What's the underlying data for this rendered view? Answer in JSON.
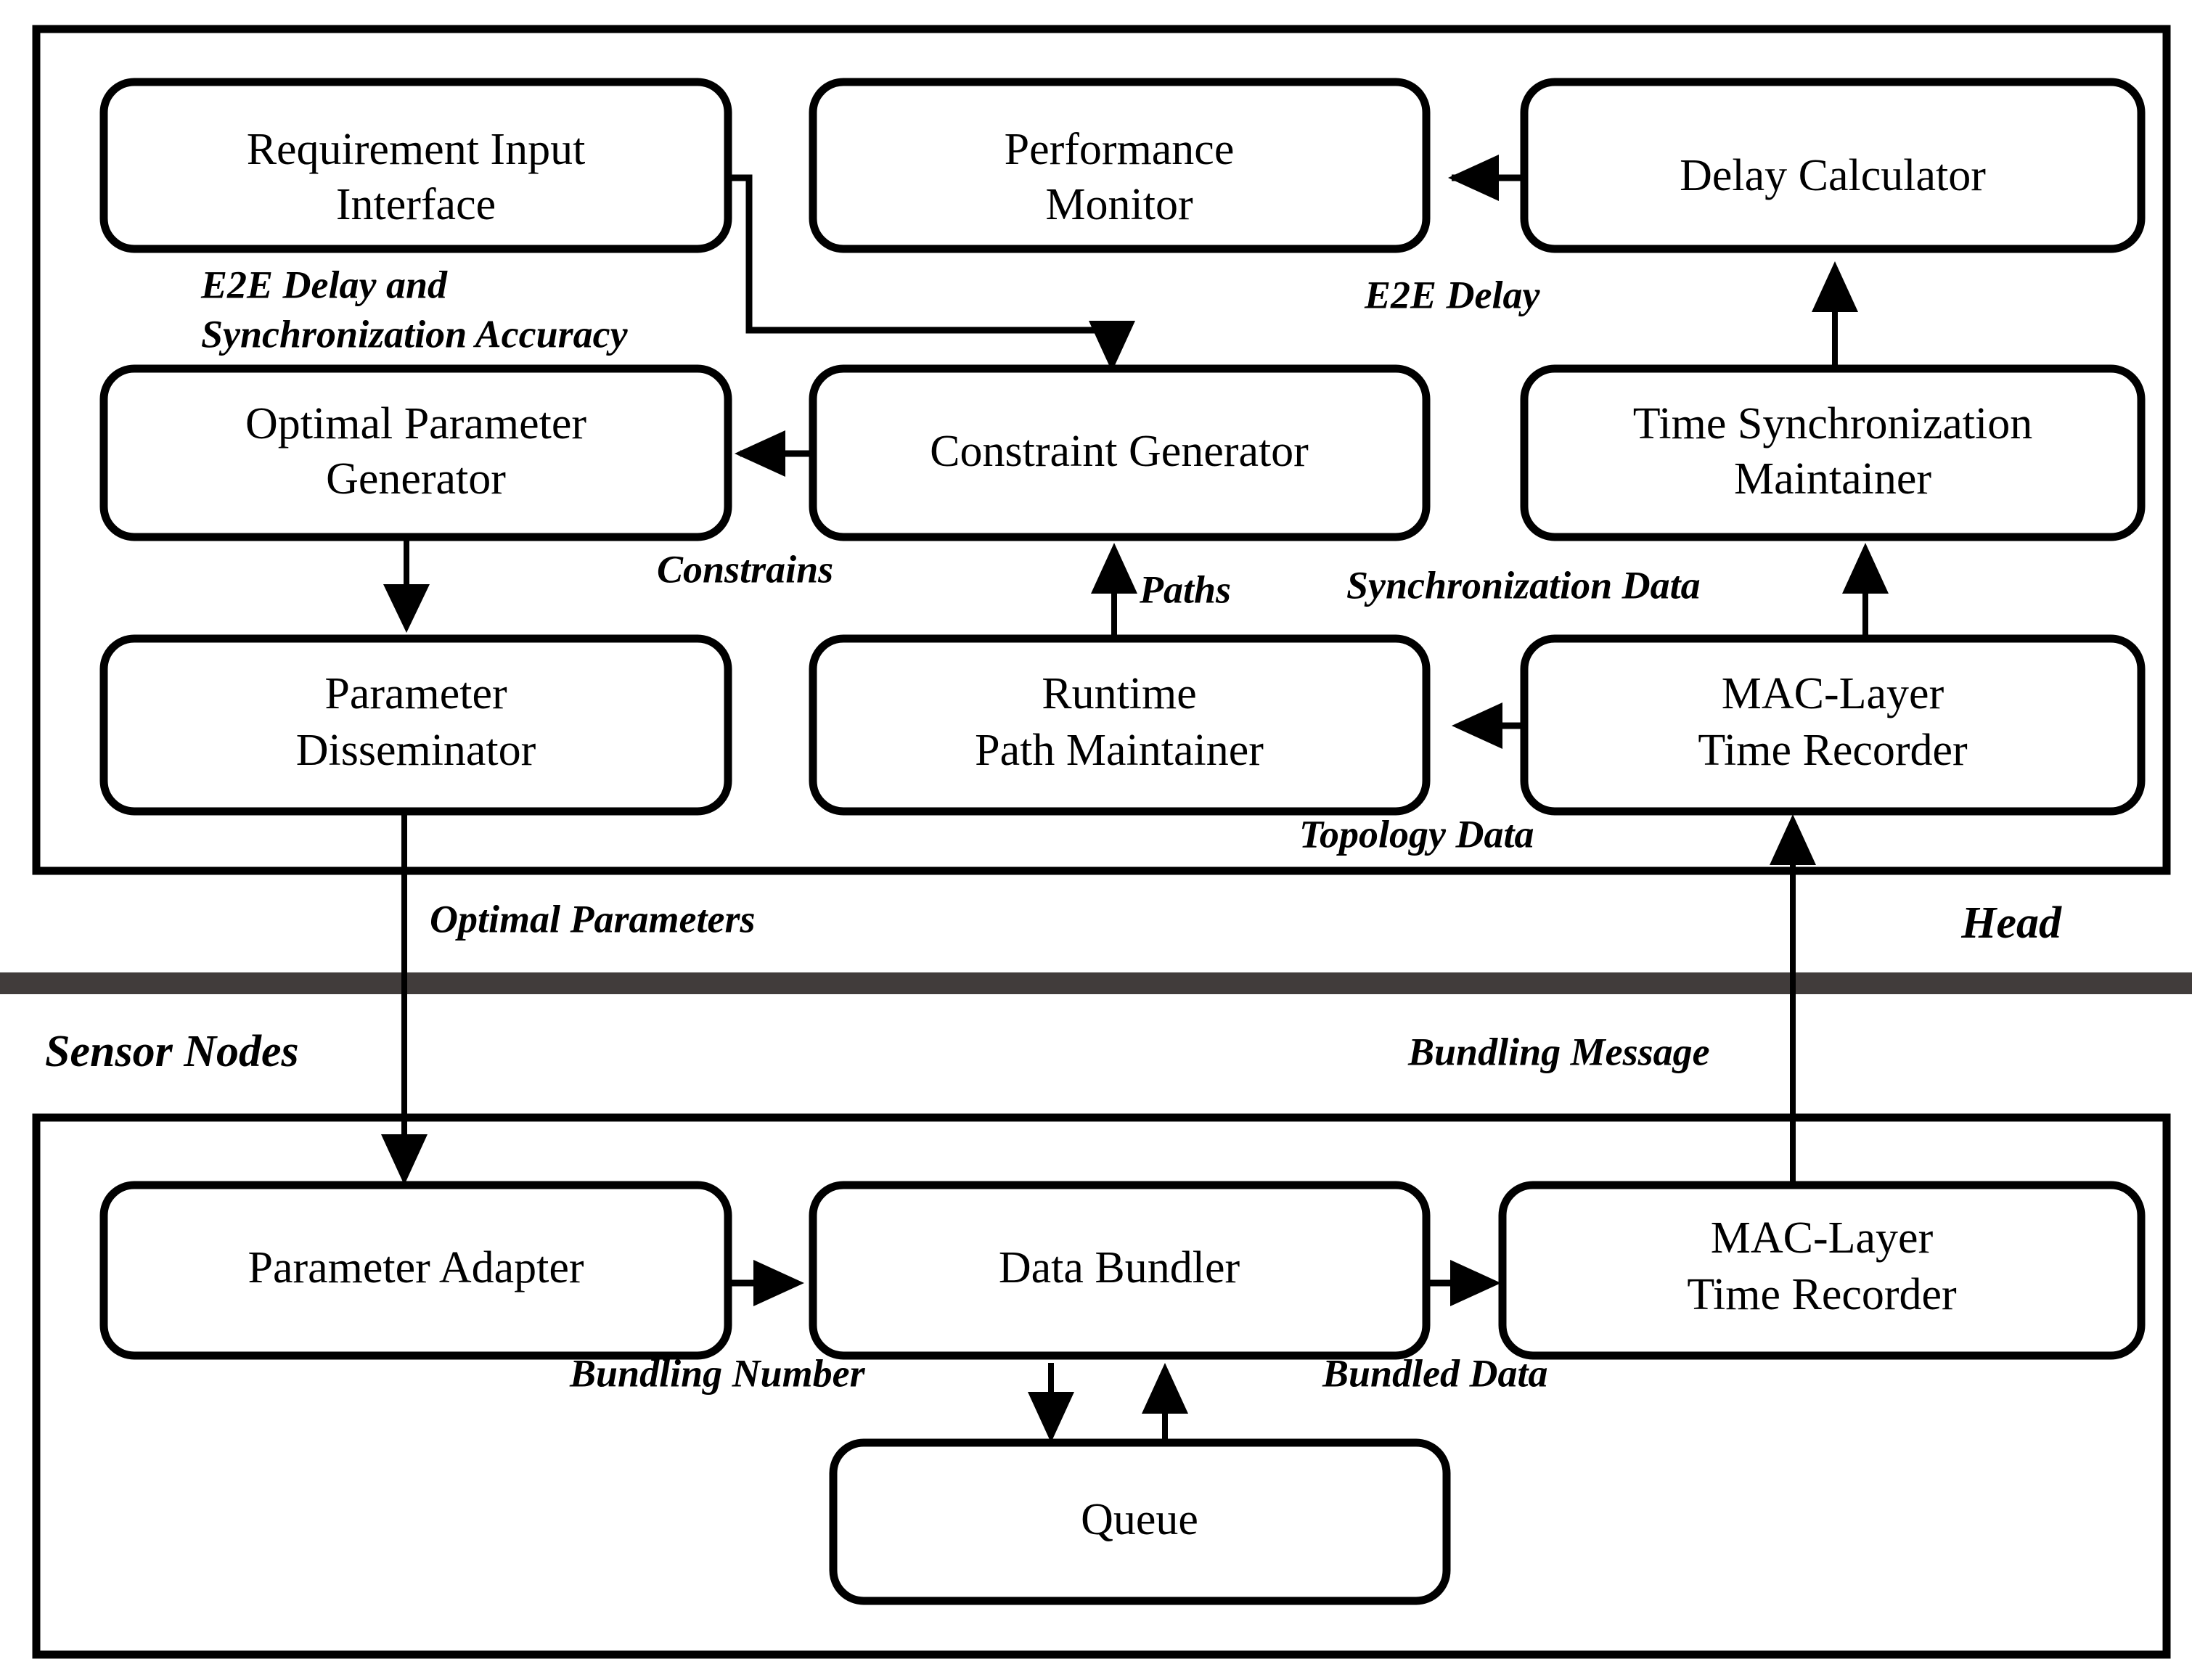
{
  "diagram": {
    "title": "Head and Sensor Nodes architecture block diagram",
    "zones": {
      "head": "Head",
      "sensor_nodes": "Sensor Nodes"
    },
    "divider_color": "#413c3b",
    "line_color": "#000000",
    "box_fill": "#ffffff"
  },
  "head_boxes": {
    "requirement_input_interface_l1": "Requirement Input",
    "requirement_input_interface_l2": "Interface",
    "performance_monitor_l1": "Performance",
    "performance_monitor_l2": "Monitor",
    "delay_calculator": "Delay Calculator",
    "optimal_parameter_generator_l1": "Optimal Parameter",
    "optimal_parameter_generator_l2": "Generator",
    "constraint_generator": "Constraint Generator",
    "time_synchronization_maintainer_l1": "Time Synchronization",
    "time_synchronization_maintainer_l2": "Maintainer",
    "parameter_disseminator_l1": "Parameter",
    "parameter_disseminator_l2": "Disseminator",
    "runtime_path_maintainer_l1": "Runtime",
    "runtime_path_maintainer_l2": "Path Maintainer",
    "mac_layer_time_recorder_head_l1": "MAC-Layer",
    "mac_layer_time_recorder_head_l2": "Time Recorder"
  },
  "sensor_boxes": {
    "parameter_adapter": "Parameter Adapter",
    "data_bundler": "Data Bundler",
    "mac_layer_time_recorder_sensor_l1": "MAC-Layer",
    "mac_layer_time_recorder_sensor_l2": "Time Recorder",
    "queue": "Queue"
  },
  "edge_labels": {
    "e2e_delay_and_sync_l1": "E2E Delay and",
    "e2e_delay_and_sync_l2": "Synchronization Accuracy",
    "e2e_delay": "E2E Delay",
    "constrains": "Constrains",
    "paths": "Paths",
    "synchronization_data": "Synchronization Data",
    "topology_data": "Topology Data",
    "optimal_parameters": "Optimal Parameters",
    "bundling_message": "Bundling Message",
    "bundling_number": "Bundling Number",
    "bundled_data": "Bundled Data"
  }
}
